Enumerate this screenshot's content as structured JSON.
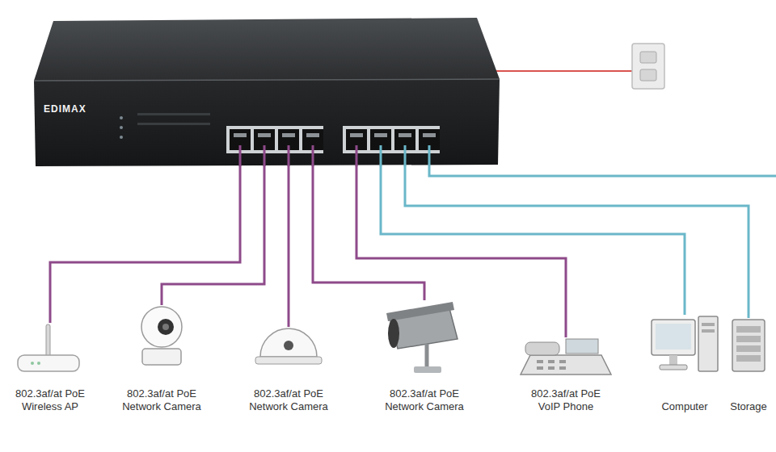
{
  "diagram": {
    "nodes": [
      {
        "text": [
          "EDIMAX"
        ]
      },
      {
        "text": [
          "802.3af/at PoE Wireless AP"
        ]
      },
      {
        "text": [
          "802.3af/at PoE Network Camera"
        ]
      },
      {
        "text": [
          "802.3af/at PoE Network Camera"
        ]
      },
      {
        "text": [
          "802.3af/at PoE Network Camera"
        ]
      },
      {
        "text": [
          "802.3af/at PoE VoIP Phone"
        ]
      },
      {
        "text": [
          "Computer"
        ]
      },
      {
        "text": [
          "Storage"
        ]
      }
    ],
    "edges": [
      {
        "from": 0,
        "to": 1,
        "arrow": "none"
      },
      {
        "from": 0,
        "to": 2,
        "arrow": "none"
      },
      {
        "from": 0,
        "to": 3,
        "arrow": "none"
      },
      {
        "from": 0,
        "to": 4,
        "arrow": "none"
      },
      {
        "from": 0,
        "to": 5,
        "arrow": "none"
      },
      {
        "from": 0,
        "to": 6,
        "arrow": "none"
      },
      {
        "from": 0,
        "to": 7,
        "arrow": "none"
      }
    ]
  }
}
